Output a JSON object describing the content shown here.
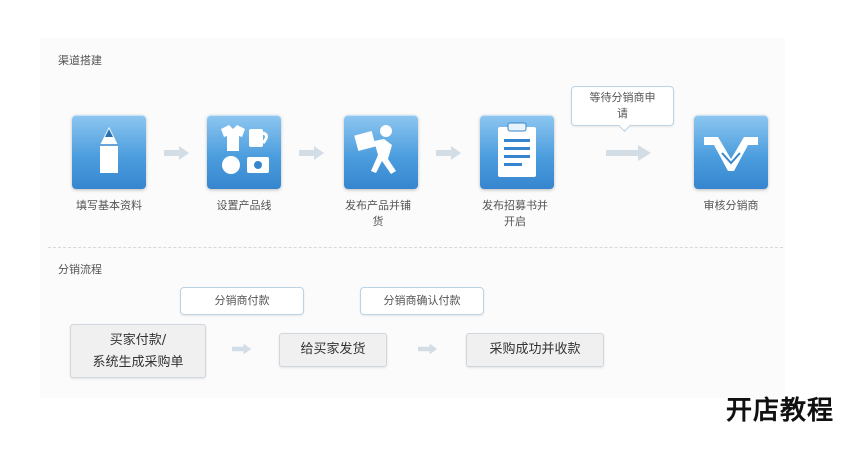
{
  "section1": {
    "title": "渠道搭建",
    "steps": [
      {
        "label": "填写基本资料",
        "icon": "pencil-icon"
      },
      {
        "label": "设置产品线",
        "icon": "products-icon"
      },
      {
        "label": "发布产品并铺\n货",
        "icon": "courier-icon"
      },
      {
        "label": "发布招募书并\n开启",
        "icon": "clipboard-icon"
      },
      {
        "label": "审核分销商",
        "icon": "handshake-icon"
      }
    ],
    "callout": "等待分销商申\n请"
  },
  "section2": {
    "title": "分销流程",
    "boxes": [
      "买家付款/\n系统生成采购单",
      "给买家发货",
      "采购成功并收款"
    ],
    "callouts": [
      "分销商付款",
      "分销商确认付款"
    ]
  },
  "brand": "开店教程",
  "colors": {
    "tile": "#4d9ede",
    "arrow": "#c8d4de",
    "bubble_border": "#bcd3e3"
  }
}
